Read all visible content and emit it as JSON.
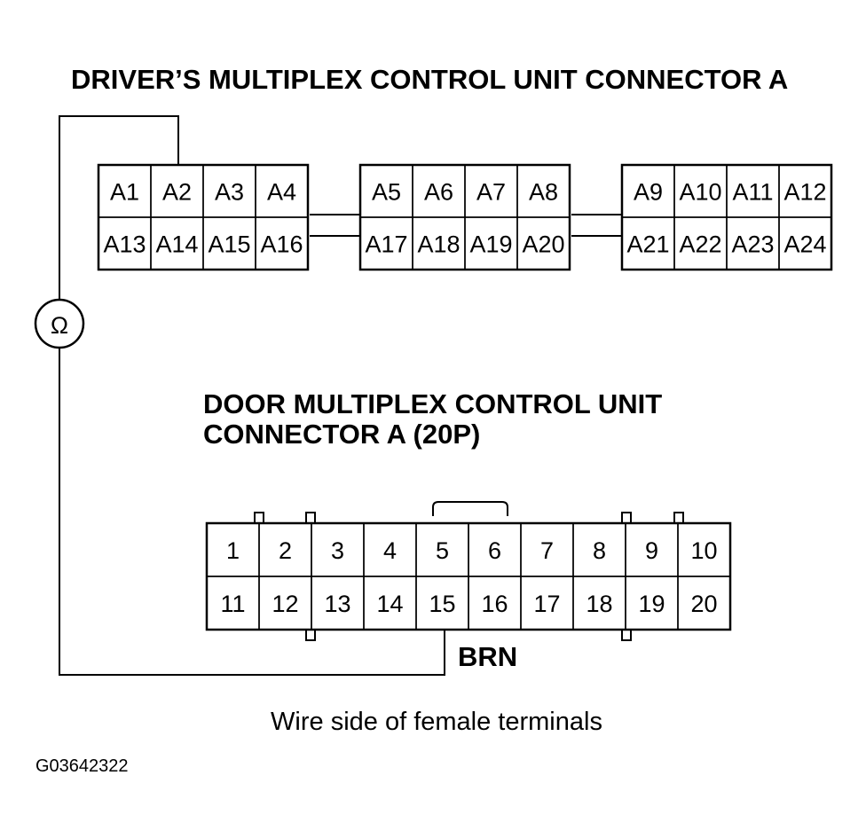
{
  "titles": {
    "driver_connector": "DRIVER’S MULTIPLEX CONTROL UNIT CONNECTOR A",
    "door_connector_line1": "DOOR MULTIPLEX CONTROL UNIT",
    "door_connector_line2": "CONNECTOR A (20P)"
  },
  "driver_connector": {
    "blocks": [
      {
        "top": [
          "A1",
          "A2",
          "A3",
          "A4"
        ],
        "bottom": [
          "A13",
          "A14",
          "A15",
          "A16"
        ]
      },
      {
        "top": [
          "A5",
          "A6",
          "A7",
          "A8"
        ],
        "bottom": [
          "A17",
          "A18",
          "A19",
          "A20"
        ]
      },
      {
        "top": [
          "A9",
          "A10",
          "A11",
          "A12"
        ],
        "bottom": [
          "A21",
          "A22",
          "A23",
          "A24"
        ]
      }
    ]
  },
  "door_connector": {
    "top": [
      "1",
      "2",
      "3",
      "4",
      "5",
      "6",
      "7",
      "8",
      "9",
      "10"
    ],
    "bottom": [
      "11",
      "12",
      "13",
      "14",
      "15",
      "16",
      "17",
      "18",
      "19",
      "20"
    ]
  },
  "meter": {
    "symbol": "Ω",
    "icon": "ohmmeter-icon"
  },
  "wire_label": "BRN",
  "caption": "Wire side of female terminals",
  "figure_code": "G03642322"
}
